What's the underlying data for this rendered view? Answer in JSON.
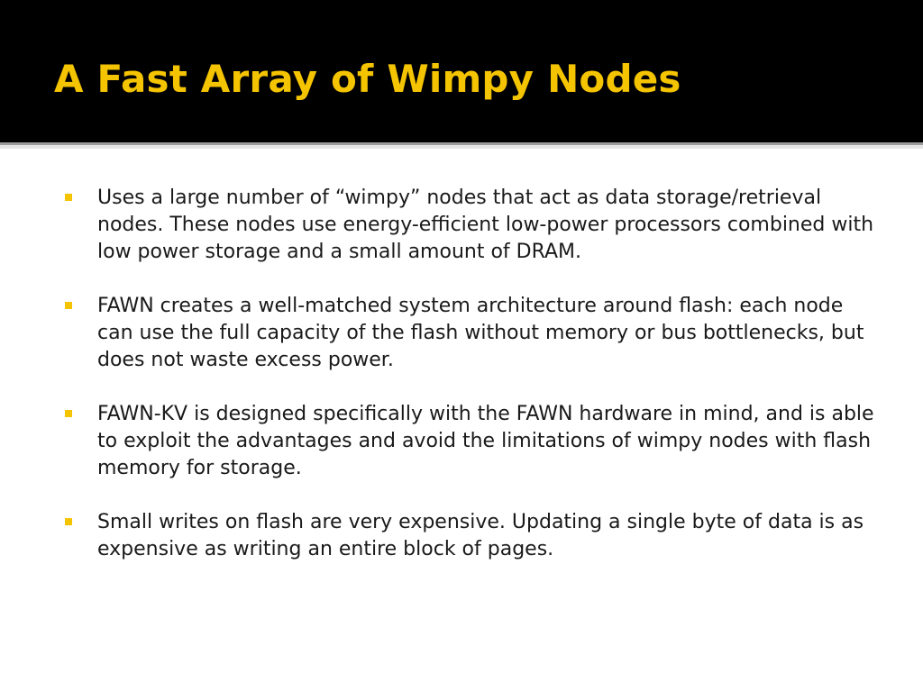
{
  "slide": {
    "title": "A Fast Array of Wimpy Nodes",
    "accent_color": "#f5c400",
    "bullets": [
      {
        "text": "Uses a large number of “wimpy” nodes that act as data storage/retrieval nodes. These nodes use energy-efficient low-power processors combined with low power storage and a small amount of DRAM."
      },
      {
        "text": "FAWN creates a well-matched system architecture around flash: each node can use the full capacity of the flash without memory or bus bottlenecks, but does not waste excess power."
      },
      {
        "text": "FAWN-KV is designed specifically with the FAWN hardware in mind, and is able to exploit the advantages and avoid the limitations of wimpy nodes with flash memory for storage."
      },
      {
        "text": "Small writes on flash are very expensive. Updating a single byte of data is as expensive as writing an entire block of pages."
      }
    ]
  }
}
